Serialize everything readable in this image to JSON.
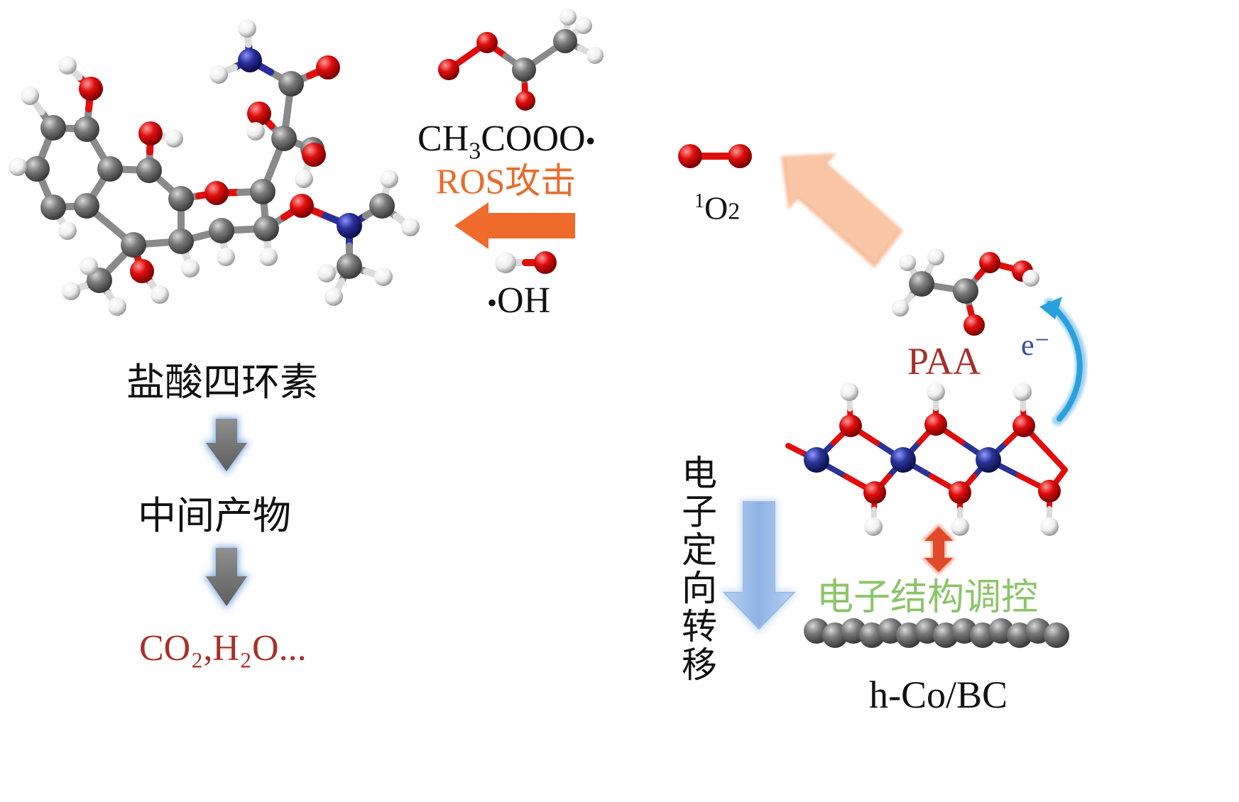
{
  "colors": {
    "carbon": "#6f6f6f",
    "oxygen": "#e00d0d",
    "hydrogen": "#f4f4f4",
    "nitrogen": "#2b2f9a",
    "cobalt": "#2a3396",
    "ros_arrow": "#ee6b2c",
    "o2_arrow": "#f8bd98",
    "down_arrow_gray": "#7a7a7a",
    "down_arrow_glow": "#8fb4e6",
    "transfer_arrow": "#9fc0ea",
    "electron_arc": "#2aa0dc",
    "label_red": "#a8302a",
    "label_orange": "#e86c2c",
    "label_green": "#8cc46a",
    "label_blue": "#3a4e9a",
    "label_black": "#111111"
  },
  "species": {
    "peracetyl_radical": {
      "base": "CH",
      "sub": "3",
      "tail": "COOO",
      "radical": "•"
    },
    "singlet_oxygen": {
      "sup": "1",
      "base": "O",
      "sub": "2"
    },
    "hydroxyl_radical": {
      "radical": "•",
      "base": "OH"
    }
  },
  "labels": {
    "ros_attack": "ROS攻击",
    "tetracycline": "盐酸四环素",
    "intermediates": "中间产物",
    "final_products": "CO₂,H₂O...",
    "paa": "PAA",
    "electron": "e⁻",
    "electron_transfer": "电子定向转移",
    "electronic_structure": "电子结构调控",
    "catalyst": "h-Co/BC"
  }
}
